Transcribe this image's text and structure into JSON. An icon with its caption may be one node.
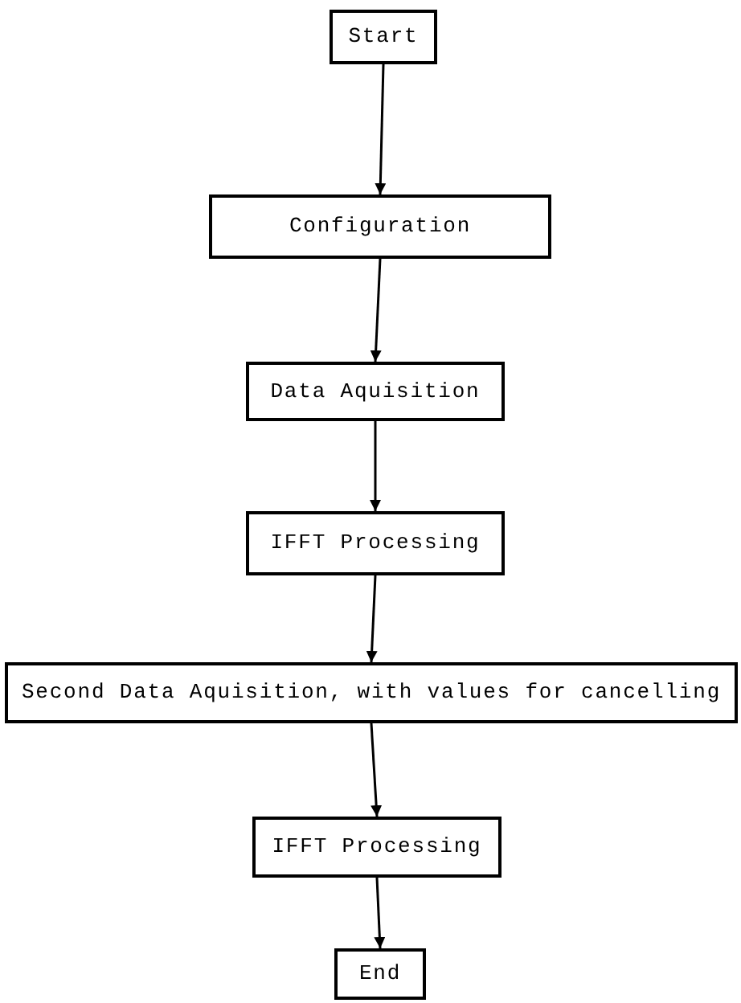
{
  "diagram": {
    "nodes": [
      {
        "text": [
          "Start"
        ]
      },
      {
        "text": [
          "Configuration"
        ]
      },
      {
        "text": [
          "Data Aquisition"
        ]
      },
      {
        "text": [
          "IFFT Processing"
        ]
      },
      {
        "text": [
          "Second Data Aquisition, with values for cancelling"
        ]
      },
      {
        "text": [
          "IFFT Processing"
        ]
      },
      {
        "text": [
          "End"
        ]
      }
    ],
    "edges": [
      {
        "from": 0,
        "to": 1,
        "arrow": "to"
      },
      {
        "from": 1,
        "to": 2,
        "arrow": "to"
      },
      {
        "from": 2,
        "to": 3,
        "arrow": "to"
      },
      {
        "from": 3,
        "to": 4,
        "arrow": "to"
      },
      {
        "from": 4,
        "to": 5,
        "arrow": "to"
      },
      {
        "from": 5,
        "to": 6,
        "arrow": "to"
      }
    ]
  }
}
